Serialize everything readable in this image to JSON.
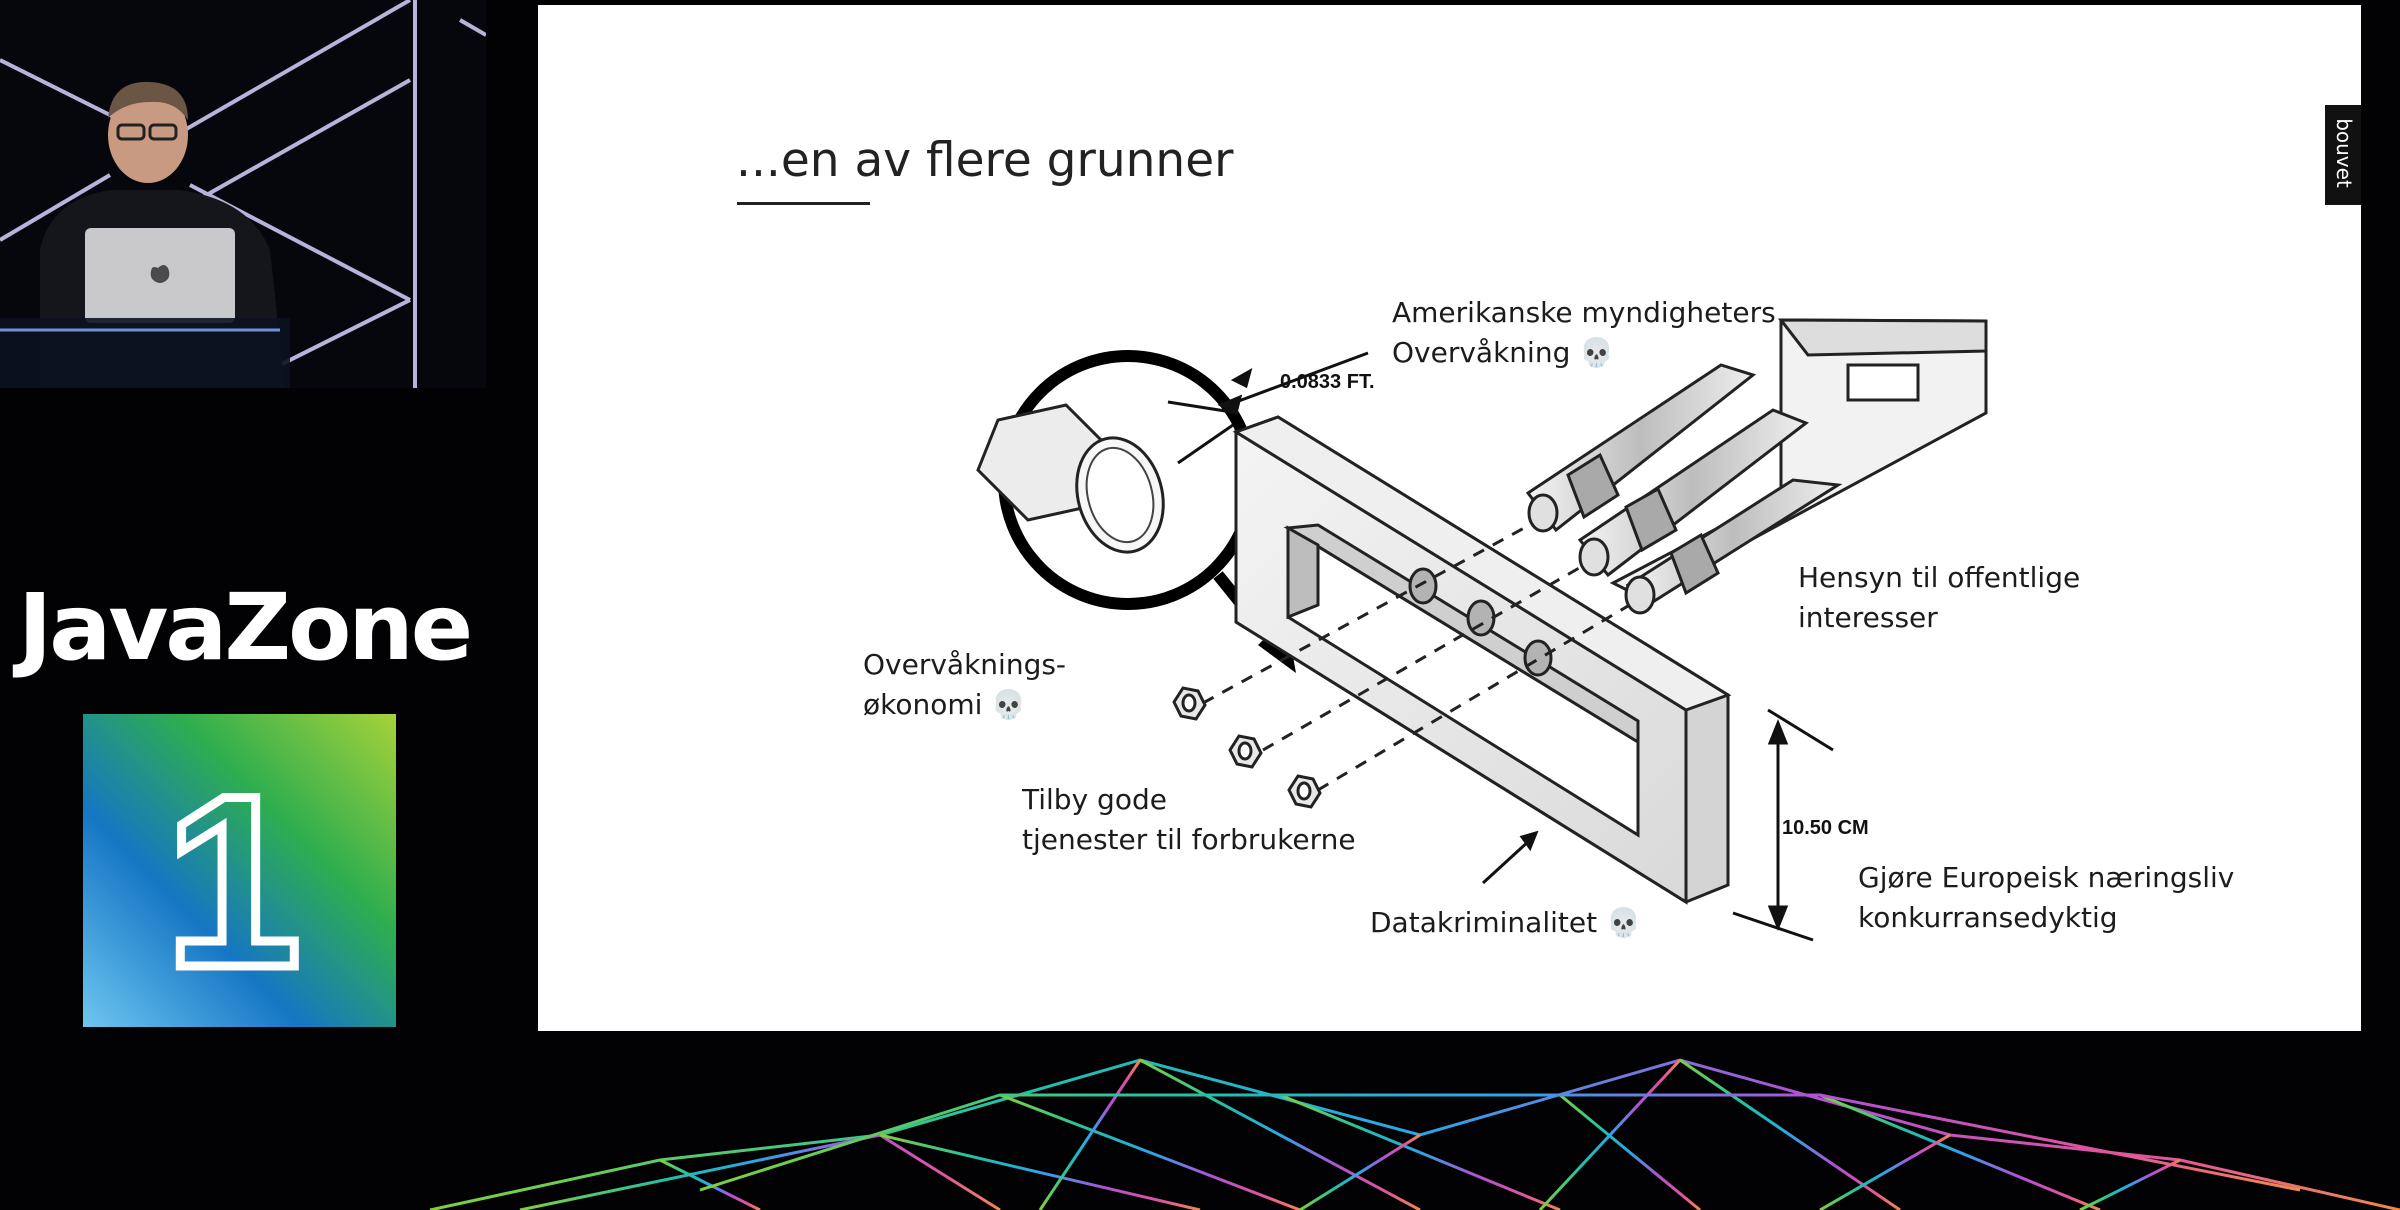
{
  "event": {
    "brand": "JavaZone",
    "logo_number": "1",
    "colors": {
      "background": "#020204",
      "logo_green": "#7cc242",
      "logo_blue": "#1a8fd6"
    }
  },
  "speaker_video": {
    "icon": "apple-logo-icon"
  },
  "slide": {
    "title": "...en av flere grunner",
    "side_tab": "bouvet",
    "dimensions": {
      "thickness": "0.0833 FT.",
      "height": "10.50 CM"
    },
    "labels": {
      "us_surveillance_line1": "Amerikanske myndigheters",
      "us_surveillance_line2": "Overvåkning",
      "surveillance_economy_line1": "Overvåknings-",
      "surveillance_economy_line2": "økonomi",
      "public_interest_line1": "Hensyn til offentlige",
      "public_interest_line2": "interesser",
      "good_services_line1": "Tilby gode",
      "good_services_line2": "tjenester til forbrukerne",
      "cybercrime": "Datakriminalitet",
      "competitiveness_line1": "Gjøre Europeisk næringsliv",
      "competitiveness_line2": "konkurransedyktig",
      "skull": "💀"
    }
  }
}
